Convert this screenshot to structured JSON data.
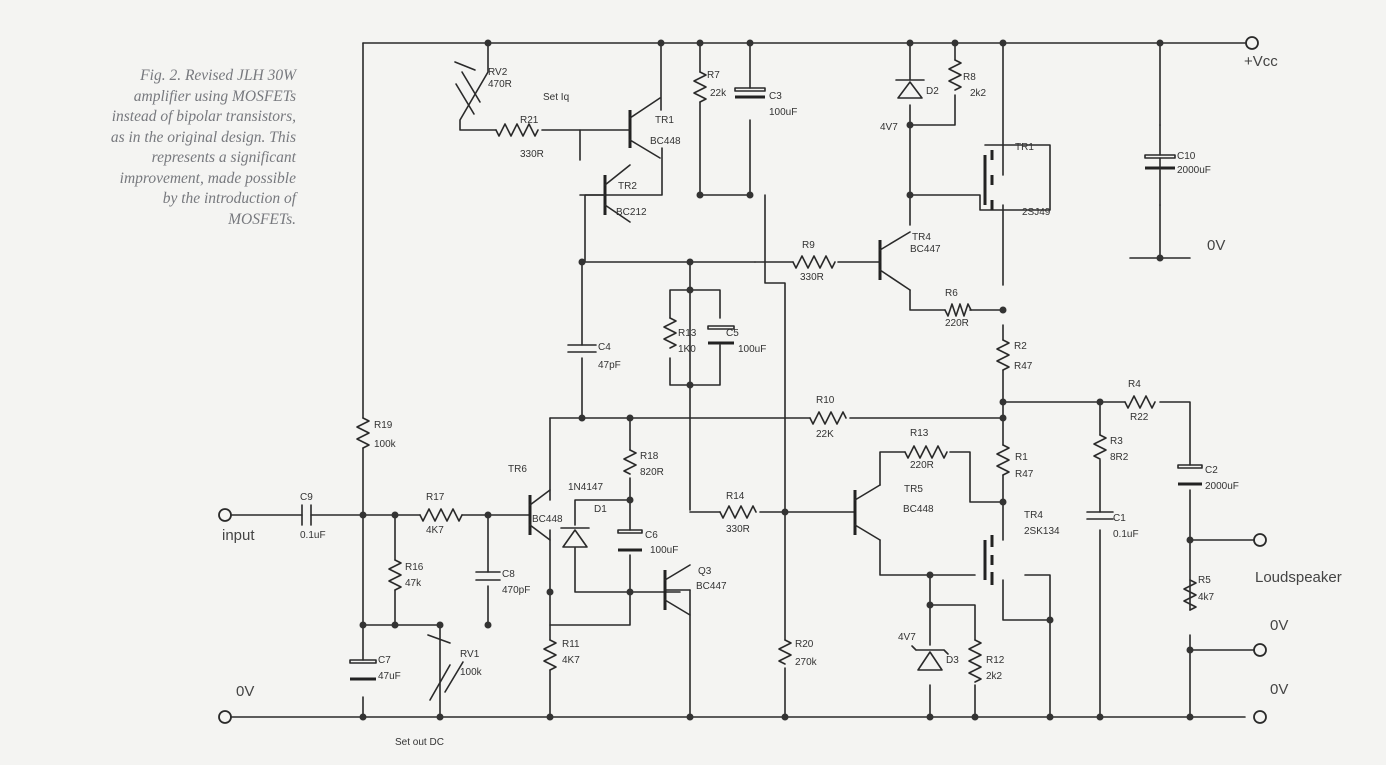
{
  "caption": {
    "lines": [
      "Fig. 2. Revised JLH 30W",
      "amplifier using MOSFETs",
      "instead of bipolar transistors,",
      "as in the original design. This",
      "represents a significant",
      "improvement, made possible",
      "by the introduction of",
      "MOSFETs."
    ]
  },
  "terminals": {
    "vcc": "+Vcc",
    "input": "input",
    "gnd_left": "0V",
    "gnd_right_1": "0V",
    "gnd_right_2": "0V",
    "gnd_c10": "0V",
    "loudspeaker": "Loudspeaker"
  },
  "notes": {
    "set_iq": "Set Iq",
    "set_out_dc": "Set out DC"
  },
  "components": {
    "rv2": [
      "RV2",
      "470R"
    ],
    "r21": [
      "R21",
      "330R"
    ],
    "tr1_bc": [
      "TR1",
      "BC448"
    ],
    "r7": [
      "R7",
      "22k"
    ],
    "c3": [
      "C3",
      "100uF"
    ],
    "tr2": [
      "TR2",
      "BC212"
    ],
    "d2": [
      "D2",
      "4V7"
    ],
    "r8": [
      "R8",
      "2k2"
    ],
    "tr1_mos": [
      "TR1",
      "2SJ49"
    ],
    "c10": [
      "C10",
      "2000uF"
    ],
    "r9": [
      "R9",
      "330R"
    ],
    "tr4_bc": [
      "TR4",
      "BC447"
    ],
    "r6": [
      "R6",
      "220R"
    ],
    "r13a": [
      "R13",
      "1K0"
    ],
    "c5": [
      "C5",
      "100uF"
    ],
    "c4": [
      "C4",
      "47pF"
    ],
    "r2": [
      "R2",
      "R47"
    ],
    "r4": [
      "R4",
      "R22"
    ],
    "r10": [
      "R10",
      "22K"
    ],
    "r13b": [
      "R13",
      "220R"
    ],
    "r1": [
      "R1",
      "R47"
    ],
    "r3": [
      "R3",
      "8R2"
    ],
    "r19": [
      "R19",
      "100k"
    ],
    "c9": [
      "C9",
      "0.1uF"
    ],
    "r17": [
      "R17",
      "4K7"
    ],
    "tr6": [
      "TR6",
      "BC448"
    ],
    "r18": [
      "R18",
      "820R"
    ],
    "d1": [
      "1N4147",
      "D1"
    ],
    "c6": [
      "C6",
      "100uF"
    ],
    "r14": [
      "R14",
      "330R"
    ],
    "tr5": [
      "TR5",
      "BC448"
    ],
    "tr4_mos": [
      "TR4",
      "2SK134"
    ],
    "c1": [
      "C1",
      "0.1uF"
    ],
    "c2": [
      "C2",
      "2000uF"
    ],
    "r16": [
      "R16",
      "47k"
    ],
    "c8": [
      "C8",
      "470pF"
    ],
    "q3": [
      "Q3",
      "BC447"
    ],
    "r5": [
      "R5",
      "4k7"
    ],
    "c7": [
      "C7",
      "47uF"
    ],
    "rv1": [
      "RV1",
      "100k"
    ],
    "r11": [
      "R11",
      "4K7"
    ],
    "r20": [
      "R20",
      "270k"
    ],
    "d3": [
      "4V7",
      "D3"
    ],
    "r12": [
      "R12",
      "2k2"
    ]
  }
}
